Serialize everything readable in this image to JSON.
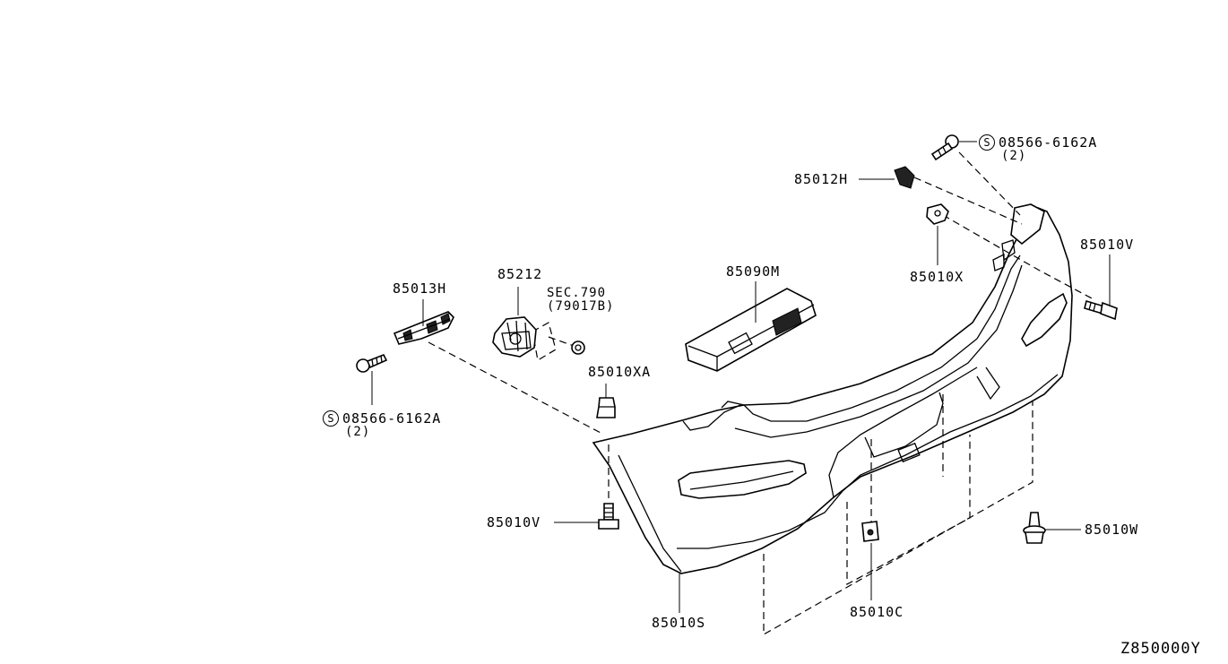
{
  "drawing": {
    "code": "Z850000Y",
    "parts": {
      "bumper_fascia": "85010S",
      "side_bracket_left": "85013H",
      "side_bracket_right": "85012H",
      "sensor": "85212",
      "sec_ref": "SEC.790",
      "sec_ref_code": "(79017B)",
      "module": "85090M",
      "clip_xa": "85010XA",
      "clip_x": "85010X",
      "screw_v_left": "85010V",
      "screw_v_right": "85010V",
      "grommet_w": "85010W",
      "clip_c": "85010C",
      "screw_left": "08566-6162A",
      "screw_left_qty": "(2)",
      "screw_right": "08566-6162A",
      "screw_right_qty": "(2)",
      "s_mark": "S"
    }
  }
}
